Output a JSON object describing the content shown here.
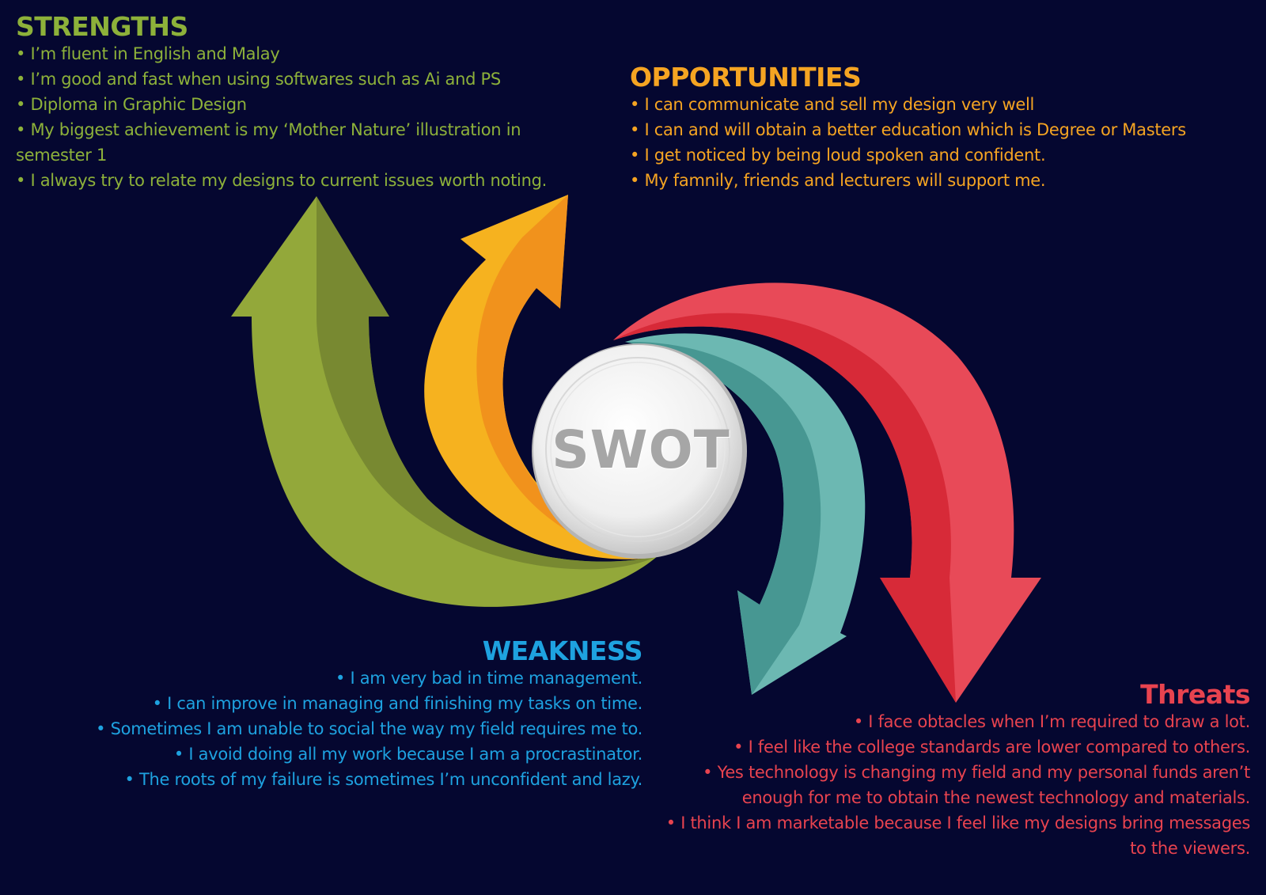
{
  "center_label": "SWOT",
  "colors": {
    "background": "#050730",
    "strengths": "#8db13a",
    "opportunities": "#f5a422",
    "weakness": "#1ea2e0",
    "threats": "#e8434f",
    "teal_arrow": "#5aaba5"
  },
  "strengths": {
    "title": "STRENGTHS",
    "items": [
      "I’m fluent in English and Malay",
      "I’m good and fast when using softwares such as Ai and PS",
      "Diploma in Graphic Design",
      "My biggest achievement is my ‘Mother Nature’ illustration in semester 1",
      "I always try to relate my designs to current issues worth noting."
    ]
  },
  "opportunities": {
    "title": "OPPORTUNITIES",
    "items": [
      "I can communicate and sell my design very well",
      "I can and will obtain a better education which is Degree or Masters",
      "I get noticed by being loud spoken and confident.",
      "My famnily, friends and lecturers will support me."
    ]
  },
  "weakness": {
    "title": "WEAKNESS",
    "items": [
      "I am very bad in time management.",
      "I can improve in managing and finishing my tasks on time.",
      "Sometimes I am unable to social the way my field requires me to.",
      "I avoid doing all my work because I am a procrastinator.",
      "The roots of my failure is sometimes I’m unconfident and lazy."
    ]
  },
  "threats": {
    "title": "Threats",
    "items": [
      "I face obtacles when I’m required to draw a lot.",
      "I feel like the college standards are lower compared to others.",
      "Yes technology is changing my field and my personal funds aren’t enough for me to obtain the newest technology and materials.",
      "I think I am marketable because I feel like my designs bring messages to the viewers."
    ]
  }
}
